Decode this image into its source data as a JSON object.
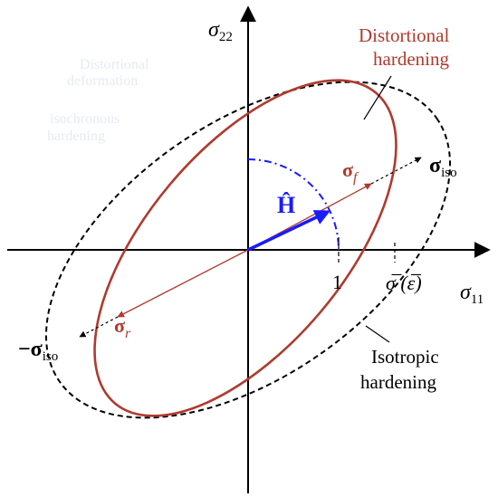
{
  "labels": {
    "sigma22_symbol": "σ",
    "sigma22_sub": "22",
    "sigma11_symbol": "σ",
    "sigma11_sub": "11",
    "distortional_line1": "Distortional",
    "distortional_line2": "hardening",
    "isotropic_line1": "Isotropic",
    "isotropic_line2": "hardening",
    "sigma_iso_symbol": "σ",
    "sigma_iso_sub": "iso",
    "neg_sigma_iso_symbol": "−σ",
    "neg_sigma_iso_sub": "iso",
    "sigma_f_symbol": "σ",
    "sigma_f_sub": "f",
    "sigma_r_symbol": "σ",
    "sigma_r_sub": "r",
    "H_hat": "Ĥ",
    "one": "1",
    "sigma_bar_eps": "σ̅ (ε̅)"
  },
  "colors": {
    "distortional": "#b03a2e",
    "isotropic": "#000000",
    "direction": "#1a1aff",
    "axes": "#000000",
    "stress_vector": "#b03a2e"
  }
}
